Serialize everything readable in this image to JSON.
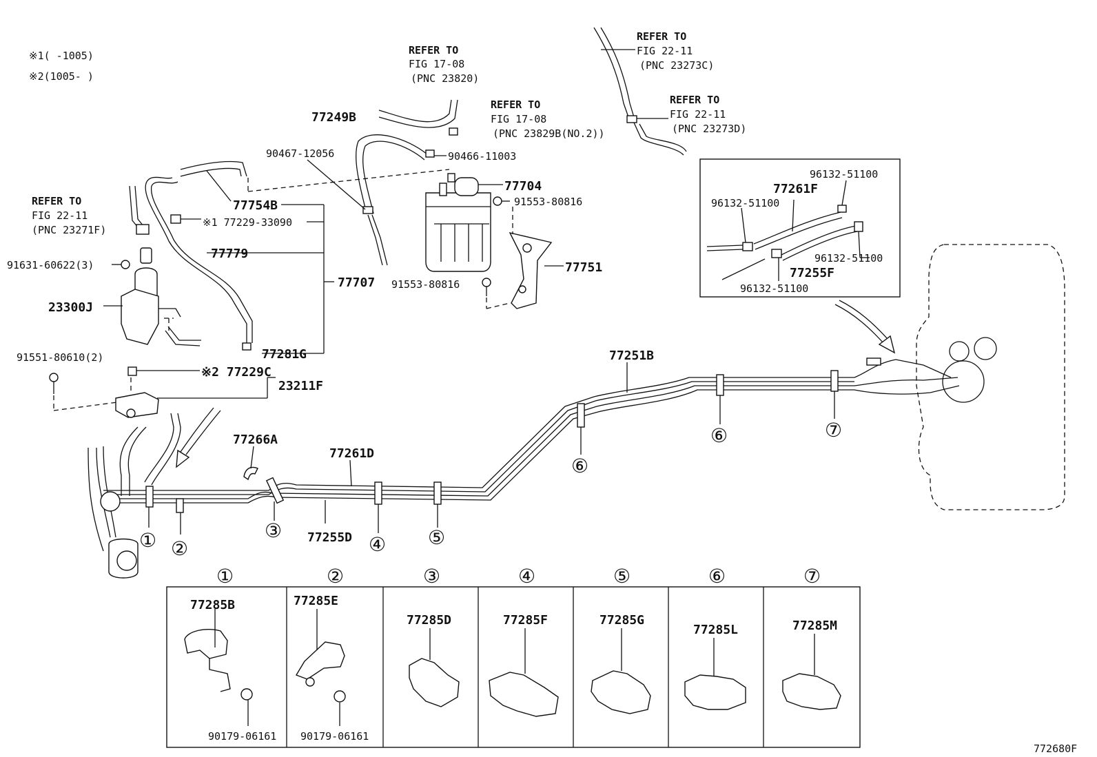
{
  "notes": {
    "note1": "※1(     -1005)",
    "note2": "※2(1005-     )"
  },
  "refs": {
    "ref_1708_a": {
      "line1": "REFER TO",
      "line2": "FIG 17-08",
      "line3": "(PNC 23820)"
    },
    "ref_1708_b": {
      "line1": "REFER TO",
      "line2": "FIG 17-08",
      "line3": "(PNC 23829B(NO.2))"
    },
    "ref_2211_c": {
      "line1": "REFER TO",
      "line2": "FIG 22-11",
      "line3": "(PNC 23273C)"
    },
    "ref_2211_d": {
      "line1": "REFER TO",
      "line2": "FIG 22-11",
      "line3": "(PNC 23273D)"
    },
    "ref_2211_f": {
      "line1": "REFER TO",
      "line2": "FIG 22-11",
      "line3": "(PNC 23271F)"
    }
  },
  "labels": {
    "p77249B": "77249B",
    "p90467": "90467-12056",
    "p90466": "90466-11003",
    "p77704": "77704",
    "p91553a": "91553-80816",
    "p91553b": "91553-80816",
    "p77751": "77751",
    "p77754B": "77754B",
    "p77229_33090": "※1 77229-33090",
    "p77779": "77779",
    "p77707": "77707",
    "p91631": "91631-60622(3)",
    "p23300J": "23300J",
    "p77281G": "77281G",
    "p91551": "91551-80610(2)",
    "p77229C": "※2 77229C",
    "p23211F": "23211F",
    "p77266A": "77266A",
    "p77261D": "77261D",
    "p77255D": "77255D",
    "p77251B": "77251B",
    "inset_96132_a": "96132-51100",
    "inset_77261F": "77261F",
    "inset_96132_b": "96132-51100",
    "inset_96132_c": "96132-51100",
    "inset_77255F": "77255F",
    "inset_96132_d": "96132-51100",
    "figure_code": "772680F"
  },
  "clamp_markers": [
    "①",
    "②",
    "③",
    "④",
    "⑤",
    "⑥",
    "⑥",
    "⑦"
  ],
  "clamp_table": [
    {
      "marker": "①",
      "part": "77285B",
      "nut": "90179-06161"
    },
    {
      "marker": "②",
      "part": "77285E",
      "nut": "90179-06161"
    },
    {
      "marker": "③",
      "part": "77285D",
      "nut": ""
    },
    {
      "marker": "④",
      "part": "77285F",
      "nut": ""
    },
    {
      "marker": "⑤",
      "part": "77285G",
      "nut": ""
    },
    {
      "marker": "⑥",
      "part": "77285L",
      "nut": ""
    },
    {
      "marker": "⑦",
      "part": "77285M",
      "nut": ""
    }
  ]
}
